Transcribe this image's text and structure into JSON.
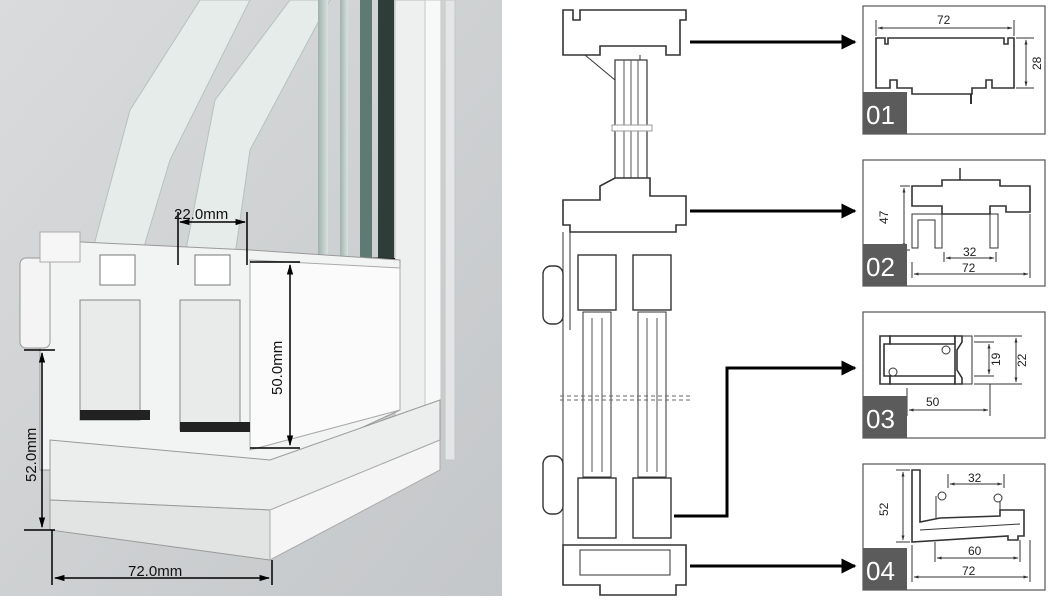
{
  "photo_dims": {
    "top_width": "22.0mm",
    "height_right": "50.0mm",
    "height_left": "52.0mm",
    "bottom_width": "72.0mm"
  },
  "details": [
    {
      "badge": "01",
      "dims": [
        "72",
        "28"
      ]
    },
    {
      "badge": "02",
      "dims": [
        "47",
        "32",
        "72"
      ]
    },
    {
      "badge": "03",
      "dims": [
        "19",
        "22",
        "50"
      ]
    },
    {
      "badge": "04",
      "dims": [
        "32",
        "52",
        "60",
        "72"
      ]
    }
  ],
  "colors": {
    "badge_bg": "#5b5b5b",
    "photo_bg": "#cfd1d2",
    "arrow": "#000000"
  }
}
